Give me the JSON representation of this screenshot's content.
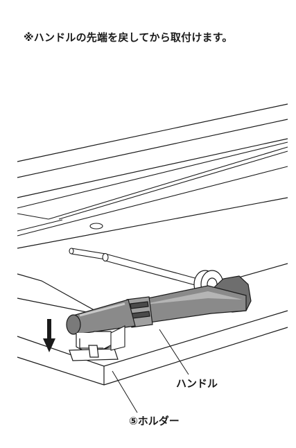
{
  "instruction": "※ハンドルの先端を戻してから取付けます。",
  "labels": {
    "handle": "ハンドル",
    "holder": "⑤ホルダー"
  },
  "colors": {
    "line": "#1a1a1a",
    "handle_gray": "#8a8a8a",
    "handle_dark": "#4a4a4a",
    "handle_light": "#b5b5b5"
  },
  "icons": {
    "direction_arrow": "down-arrow-icon"
  }
}
